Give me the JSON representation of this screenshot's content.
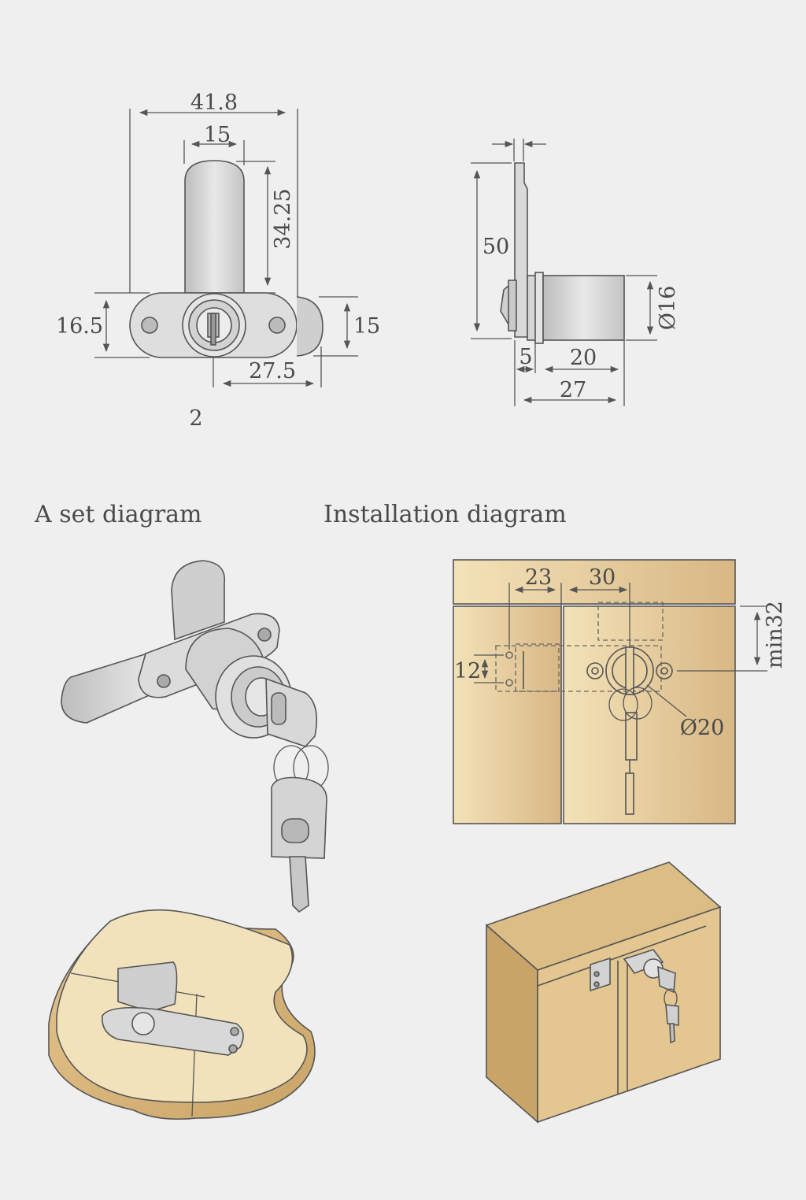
{
  "front_view": {
    "dims": {
      "overall_width": "41.8",
      "bolt_width": "15",
      "bolt_height": "34.25",
      "body_height": "16.5",
      "flange_height": "15",
      "offset": "27.5"
    },
    "variant_label": "2"
  },
  "side_view": {
    "dims": {
      "plate_height": "50",
      "diameter": "Ø16",
      "flange": "5",
      "cylinder_length": "20",
      "total_length": "27"
    }
  },
  "headings": {
    "set": "A set diagram",
    "install": "Installation diagram"
  },
  "install_diagram": {
    "dims": {
      "hole_offset": "23",
      "spacing": "30",
      "min_distance": "min32",
      "hole_pitch": "12",
      "hole_diameter": "Ø20"
    }
  },
  "colors": {
    "background": "#efefef",
    "metal": "#d4d4d4",
    "wood_light": "#f1dfb4",
    "wood_dark": "#d5b47c"
  }
}
